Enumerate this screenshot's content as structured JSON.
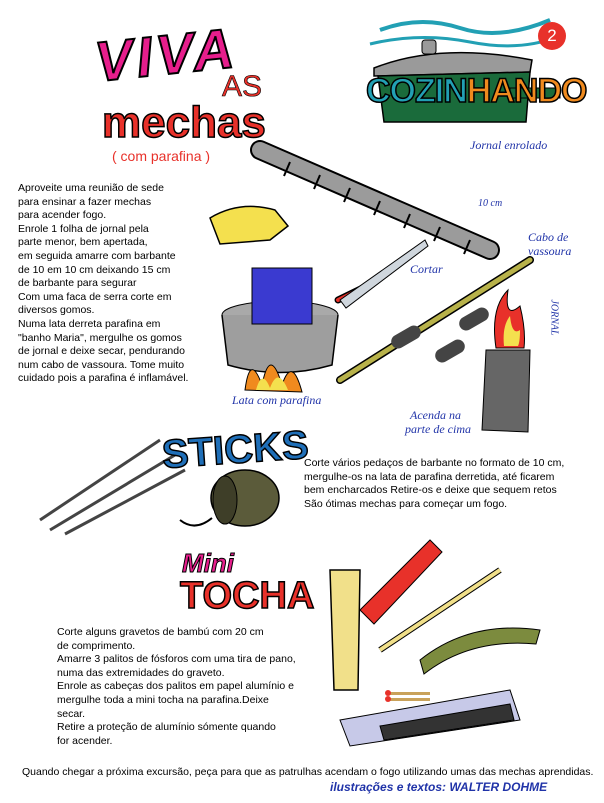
{
  "header": {
    "title_viva": "VIVA",
    "title_as": "AS",
    "title_mechas": "mechas",
    "subtitle": "( com parafina )"
  },
  "brand": {
    "part1": "COZIN",
    "part2": "HANDO",
    "page_number": "2"
  },
  "section1": {
    "paragraph": [
      "Aproveite uma reunião de sede",
      "para ensinar a fazer mechas",
      "para acender fogo.",
      "Enrole 1 folha de jornal pela",
      "parte menor, bem apertada,",
      "em seguida amarre com barbante",
      "de 10 em 10 cm deixando 15 cm",
      "de barbante para segurar",
      "Com uma faca de serra corte em",
      "diversos gomos.",
      "Numa lata derreta parafina em",
      "\"banho Maria\", mergulhe os gomos",
      "de jornal e deixe secar, pendurando",
      "num cabo de vassoura. Tome muito",
      "cuidado pois a parafina é inflamável."
    ],
    "labels": {
      "jornal": "Jornal enrolado",
      "dez_cm": "10 cm",
      "cabo": "Cabo de",
      "vassoura": "vassoura",
      "cortar": "Cortar",
      "lata": "Lata com parafina",
      "acenda1": "Acenda na",
      "acenda2": "parte de cima",
      "jornal_side": "JORNAL"
    }
  },
  "section2": {
    "title": "STICKS",
    "paragraph": [
      "Corte vários pedaços de barbante no formato de 10 cm,",
      "mergulhe-os na lata de parafina derretida, até ficarem",
      "bem encharcados  Retire-os e deixe que sequem retos",
      "São ótimas mechas para começar um fogo."
    ]
  },
  "section3": {
    "title_mini": "Mini",
    "title_tocha": "TOCHA",
    "paragraph": [
      "Corte alguns gravetos de bambú com 20 cm",
      "de comprimento.",
      "Amarre 3 palitos de fósforos com uma tira de pano,",
      "numa das extremidades do graveto.",
      "Enrole as cabeças dos palitos em papel alumínio e",
      "mergulhe toda a mini tocha na parafina.Deixe secar.",
      "Retire a proteção de alumínio sómente quando",
      "for acender."
    ]
  },
  "footer": {
    "text": "Quando chegar a próxima excursão, peça para que as patrulhas acendam o fogo utilizando umas das mechas aprendidas.",
    "credits": "ilustrações e textos: WALTER DOHME"
  },
  "colors": {
    "pink": "#e61e8c",
    "red": "#e8312a",
    "blue": "#2033a8",
    "teal": "#22a0b4",
    "orange": "#f08a1e",
    "sticks_blue": "#1f6fb8"
  }
}
